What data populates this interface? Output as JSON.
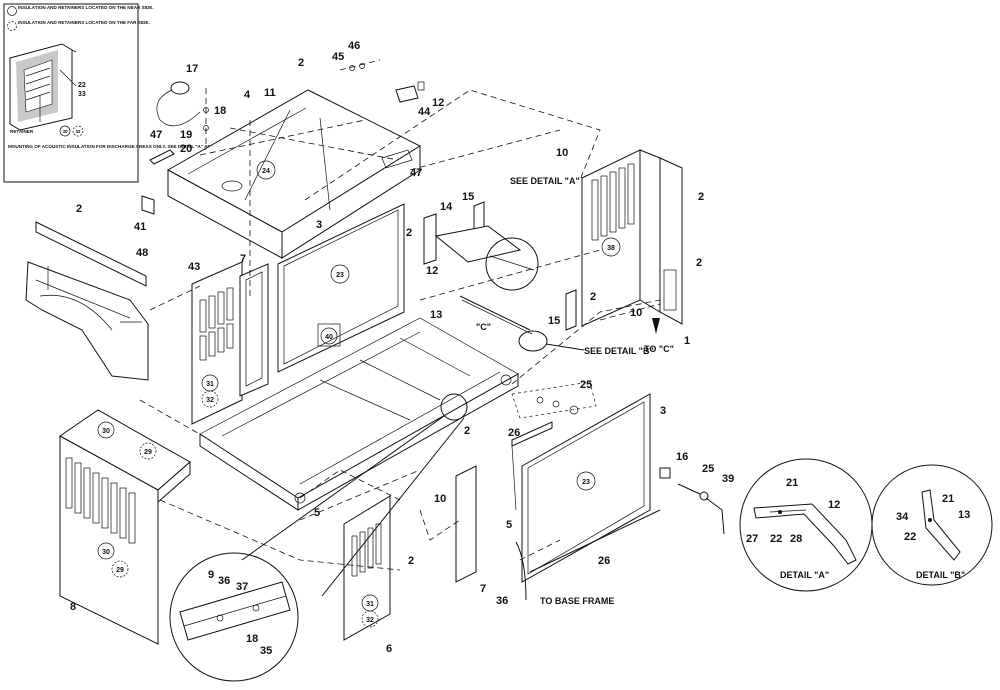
{
  "legend": {
    "near_side": "INSULATION AND RETAINERS LOCATED ON THE NEAR SIDE.",
    "far_side": "INSULATION AND RETAINERS LOCATED ON THE FAR SIDE.",
    "retainer": "RETAINER",
    "retainer_refs": [
      "30",
      "32"
    ],
    "mounting_note": "MOUNTING OF ACOUSTIC INSULATION FOR DISCHARGE AREAS ONLY. SEE DETAIL \"A\" AND \"B\" FOR SPLITTER VARIATIONS.",
    "inset_refs": [
      "22",
      "33"
    ]
  },
  "labels": {
    "see_detail_a": "SEE DETAIL \"A\"",
    "see_detail_b": "SEE DETAIL \"B\"",
    "to_c": "TO \"C\"",
    "c_marker": "\"C\"",
    "to_base_frame": "TO BASE FRAME",
    "detail_a_title": "DETAIL \"A\"",
    "detail_b_title": "DETAIL \"B\""
  },
  "callouts": {
    "c_2a": "2",
    "c_45": "45",
    "c_46": "46",
    "c_17": "17",
    "c_4": "4",
    "c_11": "11",
    "c_18": "18",
    "c_19": "19",
    "c_20": "20",
    "c_47a": "47",
    "c_47b": "47",
    "c_44": "44",
    "c_12a": "12",
    "c_10a": "10",
    "c_2b": "2",
    "c_41": "41",
    "c_2c": "2",
    "c_48": "48",
    "c_3a": "3",
    "c_43": "43",
    "c_7a": "7",
    "c_14": "14",
    "c_15a": "15",
    "c_12b": "12",
    "c_2d": "2",
    "c_2e": "2",
    "c_2f": "2",
    "c_15b": "15",
    "c_10b": "10",
    "c_1": "1",
    "c_13": "13",
    "c_25a": "25",
    "c_3b": "3",
    "c_26a": "26",
    "c_2g": "2",
    "c_16": "16",
    "c_25b": "25",
    "c_39": "39",
    "c_5a": "5",
    "c_10c": "10",
    "c_5b": "5",
    "c_26b": "26",
    "c_8": "8",
    "c_2h": "2",
    "c_7b": "7",
    "c_36a": "36",
    "c_6": "6",
    "c_9": "9",
    "c_36b": "36",
    "c_37": "37",
    "c_18b": "18",
    "c_35": "35",
    "c_21a": "21",
    "c_12c": "12",
    "c_27": "27",
    "c_22a": "22",
    "c_28": "28",
    "c_21b": "21",
    "c_34": "34",
    "c_13b": "13",
    "c_22b": "22"
  },
  "balloons": {
    "b_24": "24",
    "b_23a": "23",
    "b_40": "40",
    "b_38": "38",
    "b_31a": "31",
    "b_32a": "32",
    "b_30a": "30",
    "b_29a": "29",
    "b_30b": "30",
    "b_29b": "29",
    "b_23b": "23",
    "b_31b": "31",
    "b_32b": "32"
  }
}
